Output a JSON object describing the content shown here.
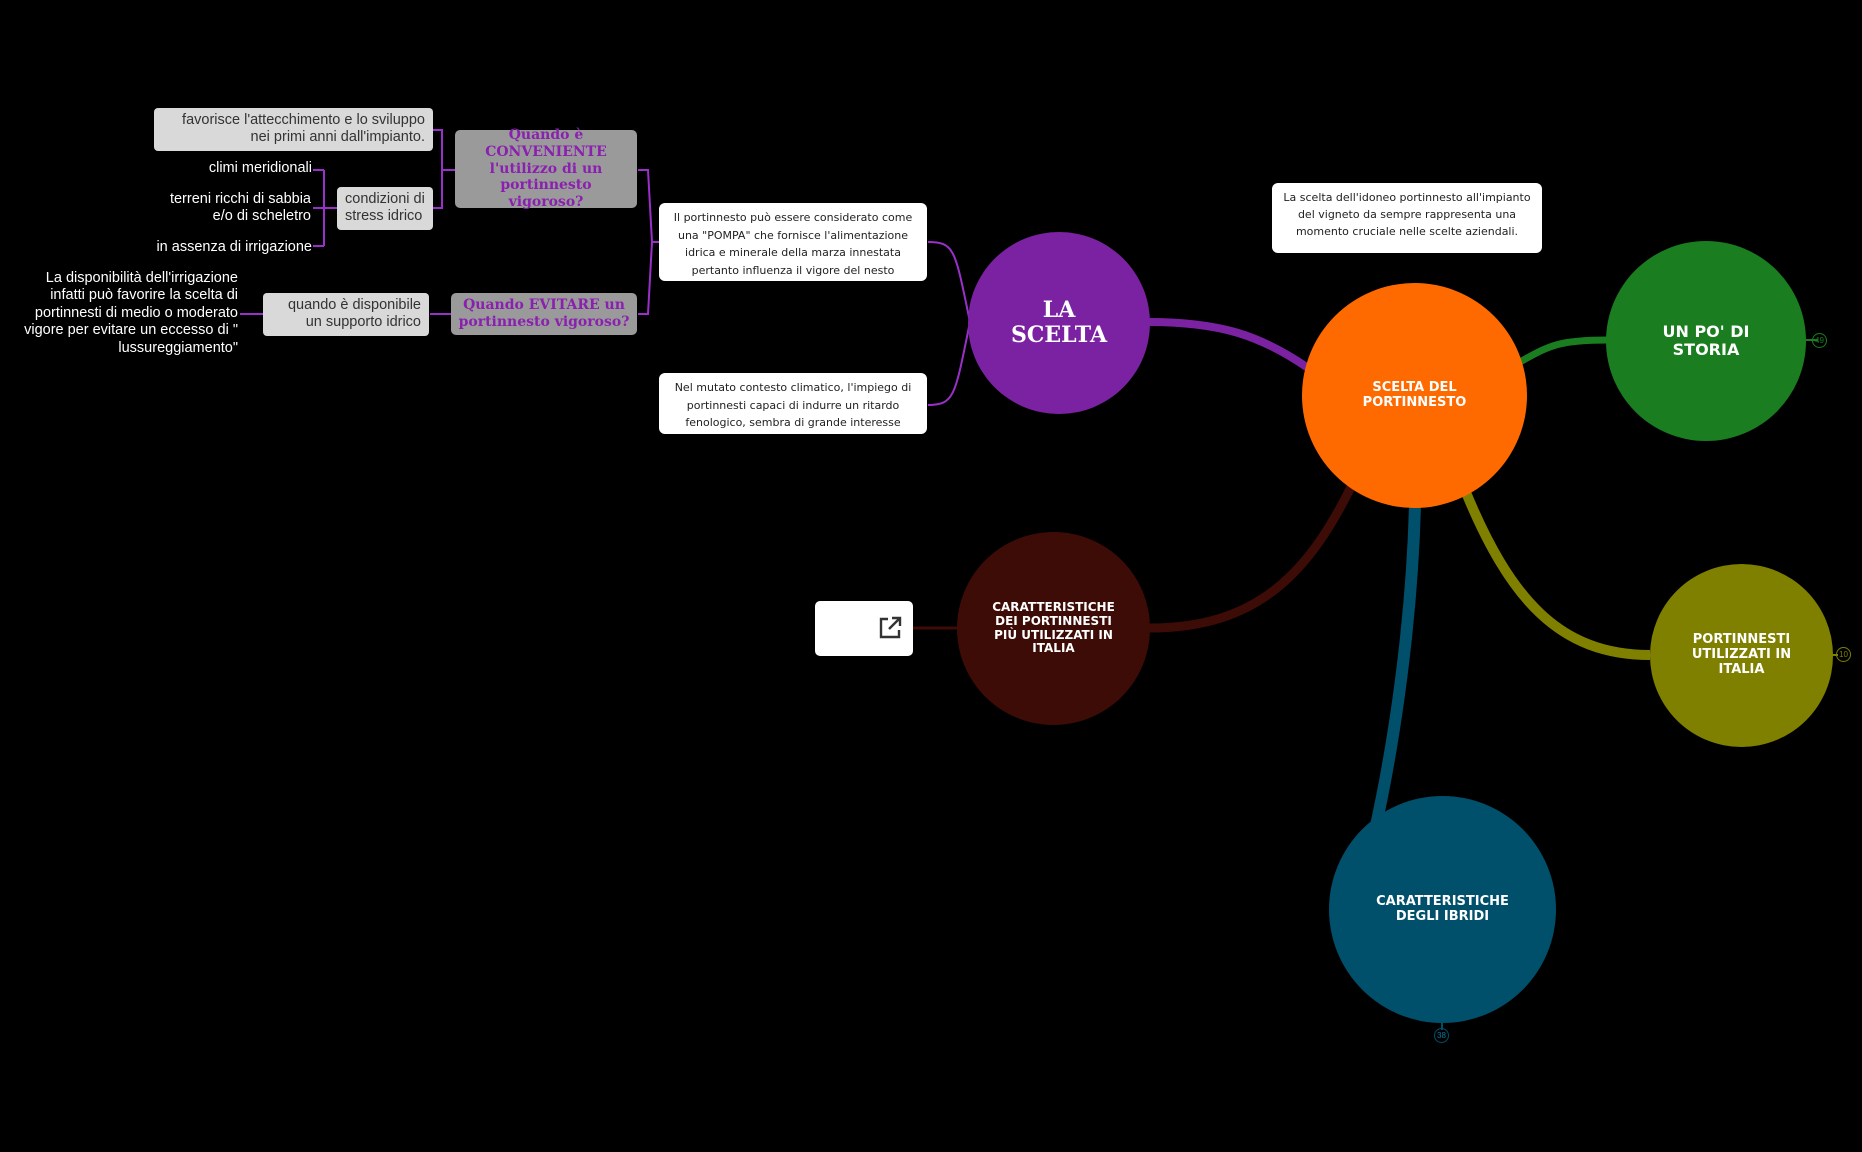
{
  "central": {
    "label": "Scelta del portinnesto"
  },
  "central_note": {
    "text": "La scelta dell'idoneo portinnesto all'impianto del vigneto da sempre rappresenta una momento cruciale nelle scelte aziendali."
  },
  "branches": {
    "storia": {
      "label": "Un po' di storia",
      "badge": "49",
      "color": "#1a7d1f"
    },
    "utilizzati": {
      "label": "Portinnesti utilizzati in Italia",
      "badge": "10",
      "color": "#808000"
    },
    "ibridi": {
      "label": "Caratteristiche degli ibridi",
      "badge": "38",
      "color": "#004f6b"
    },
    "caratteristiche": {
      "label": "Caratteristiche dei portinnesti più utilizzati in Italia",
      "color": "#3e0c07"
    },
    "scelta": {
      "label": "La scelta",
      "color": "#7b22a3"
    }
  },
  "scelta_notes": {
    "pompa": "Il portinnesto può essere considerato come una \"POMPA\" che fornisce l'alimentazione idrica e minerale della marza innestata pertanto influenza il vigore del nesto",
    "clima": "Nel mutato contesto climatico, l'impiego di portinnesti capaci di indurre un ritardo fenologico, sembra di grande interesse"
  },
  "questions": {
    "conveniente": "Quando è CONVENIENTE l'utilizzo di un portinnesto vigoroso?",
    "evitare": "Quando EVITARE un portinnesto vigoroso?"
  },
  "answers": {
    "attecchimento": "favorisce l'attecchimento e lo sviluppo nei primi anni dall'impianto.",
    "stress": "condizioni di stress idrico",
    "supporto": "quando è disponibile un supporto idrico"
  },
  "stress_items": {
    "climi": "climi meridionali",
    "terreni": "terreni ricchi di sabbia e/o di scheletro",
    "irrigazione": "in assenza di irrigazione"
  },
  "irrigazione_note": "La disponibilità dell'irrigazione infatti può favorire la scelta di portinnesti di medio o moderato vigore per evitare un eccesso di \" lussureggiamento\"",
  "colors": {
    "background": "#000000",
    "central": "#ff6a00",
    "purple_line": "#9b2fc9"
  }
}
